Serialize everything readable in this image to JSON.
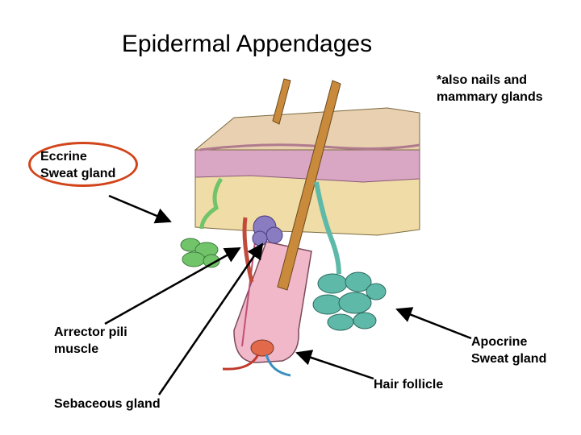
{
  "title": "Epidermal Appendages",
  "note": [
    "*also nails and",
    "mammary glands"
  ],
  "labels": {
    "eccrine": [
      "Eccrine",
      "Sweat gland"
    ],
    "arrector": [
      "Arrector pili",
      "muscle"
    ],
    "sebaceous": "Sebaceous gland",
    "apocrine": [
      "Apocrine",
      "Sweat gland"
    ],
    "hair_follicle": "Hair follicle"
  },
  "colors": {
    "highlight_oval": "#d2441a",
    "epidermis": "#e8d0b0",
    "dermis_pink": "#d9a7c4",
    "hypodermis": "#efdca6",
    "eccrine_gland": "#72c46a",
    "apocrine_gland": "#5fb9a8",
    "sebaceous_gland": "#8a7cc0",
    "hair_shaft": "#c98a3c"
  }
}
